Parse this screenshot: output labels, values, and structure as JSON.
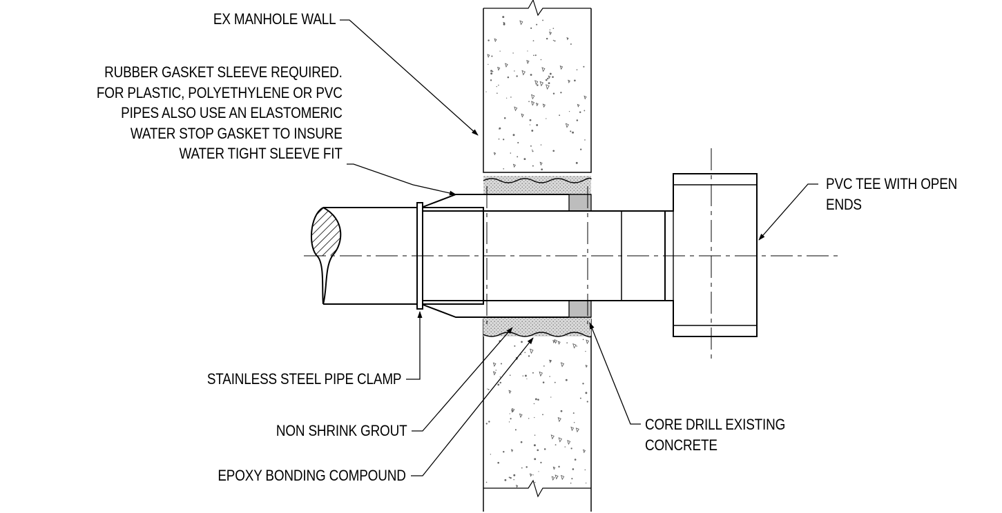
{
  "labels": {
    "manhole_wall": "EX MANHOLE WALL",
    "gasket_sleeve": [
      "RUBBER GASKET SLEEVE REQUIRED.",
      "FOR PLASTIC, POLYETHYLENE OR PVC",
      "PIPES ALSO USE AN ELASTOMERIC",
      "WATER STOP GASKET TO INSURE",
      "WATER TIGHT SLEEVE FIT"
    ],
    "pvc_tee": [
      "PVC TEE WITH OPEN",
      "ENDS"
    ],
    "pipe_clamp": "STAINLESS STEEL PIPE CLAMP",
    "grout": "NON SHRINK GROUT",
    "core_drill": [
      "CORE DRILL EXISTING",
      "CONCRETE"
    ],
    "epoxy": "EPOXY BONDING COMPOUND"
  }
}
